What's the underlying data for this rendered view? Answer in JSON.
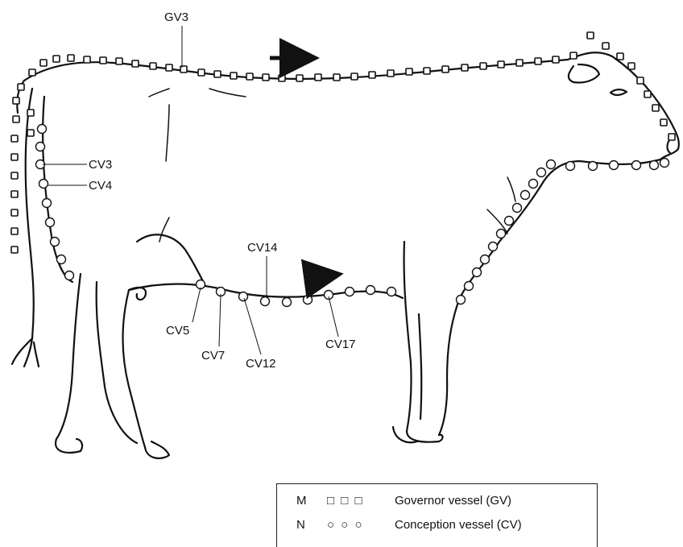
{
  "labels": {
    "gv3": "GV3",
    "cv3": "CV3",
    "cv4": "CV4",
    "cv5": "CV5",
    "cv7": "CV7",
    "cv12": "CV12",
    "cv14": "CV14",
    "cv17": "CV17"
  },
  "legend": {
    "rows": [
      {
        "key": "M",
        "symbols": "□ □ □",
        "description": "Governor vessel (GV)"
      },
      {
        "key": "N",
        "symbols": "○ ○ ○",
        "description": "Conception vessel (CV)"
      }
    ]
  },
  "colors": {
    "ink": "#111111",
    "background": "#ffffff"
  }
}
